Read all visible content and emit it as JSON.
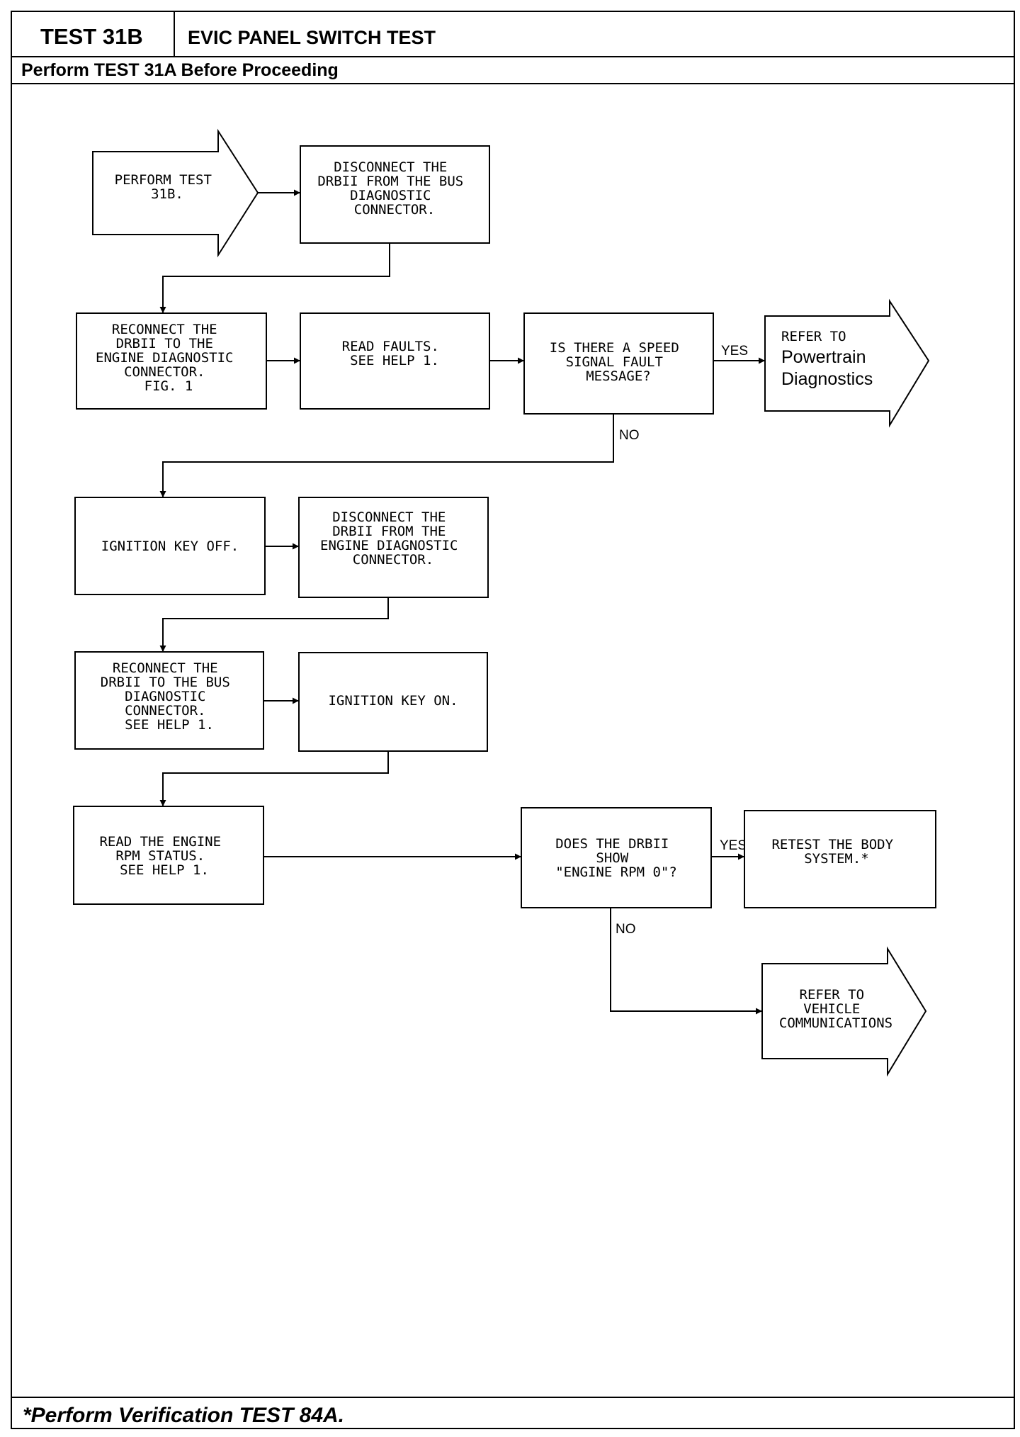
{
  "header": {
    "test_id": "TEST 31B",
    "title": "EVIC PANEL SWITCH TEST",
    "subtitle": "Perform TEST 31A Before Proceeding"
  },
  "footer": {
    "note": "*Perform Verification TEST 84A."
  },
  "flowchart": {
    "nodes": [
      {
        "id": "n_start",
        "shape": "arrow",
        "lines": [
          "PERFORM TEST",
          "31B."
        ]
      },
      {
        "id": "n_disc_bus",
        "shape": "box",
        "lines": [
          "DISCONNECT THE",
          "DRBII FROM THE BUS",
          "DIAGNOSTIC",
          "CONNECTOR."
        ]
      },
      {
        "id": "n_reconn_eng",
        "shape": "box",
        "lines": [
          "RECONNECT THE",
          "DRBII TO THE",
          "ENGINE DIAGNOSTIC",
          "CONNECTOR.",
          "FIG. 1"
        ]
      },
      {
        "id": "n_read_faults",
        "shape": "box",
        "lines": [
          "READ FAULTS.",
          "SEE HELP 1."
        ]
      },
      {
        "id": "n_speed_q",
        "shape": "box",
        "lines": [
          "IS THERE A SPEED",
          "SIGNAL FAULT",
          "MESSAGE?"
        ]
      },
      {
        "id": "n_powertrain",
        "shape": "arrow",
        "lines": [
          "REFER TO",
          "Powertrain",
          "Diagnostics"
        ]
      },
      {
        "id": "n_ign_off",
        "shape": "box",
        "lines": [
          "IGNITION KEY OFF."
        ]
      },
      {
        "id": "n_disc_eng",
        "shape": "box",
        "lines": [
          "DISCONNECT THE",
          "DRBII FROM THE",
          "ENGINE DIAGNOSTIC",
          "CONNECTOR."
        ]
      },
      {
        "id": "n_reconn_bus",
        "shape": "box",
        "lines": [
          "RECONNECT THE",
          "DRBII TO THE BUS",
          "DIAGNOSTIC",
          "CONNECTOR.",
          "SEE HELP 1."
        ]
      },
      {
        "id": "n_ign_on",
        "shape": "box",
        "lines": [
          "IGNITION KEY ON."
        ]
      },
      {
        "id": "n_read_rpm",
        "shape": "box",
        "lines": [
          "READ THE ENGINE",
          "RPM STATUS.",
          "SEE HELP 1."
        ]
      },
      {
        "id": "n_rpm_q",
        "shape": "box",
        "lines": [
          "DOES THE DRBII",
          "SHOW",
          "\"ENGINE RPM 0\"?"
        ]
      },
      {
        "id": "n_retest",
        "shape": "box",
        "lines": [
          "RETEST THE BODY",
          "SYSTEM.*"
        ]
      },
      {
        "id": "n_vehcomm",
        "shape": "arrow",
        "lines": [
          "REFER TO",
          "VEHICLE",
          "COMMUNICATIONS"
        ]
      }
    ],
    "edges": [
      {
        "from": "n_start",
        "to": "n_disc_bus",
        "label": ""
      },
      {
        "from": "n_disc_bus",
        "to": "n_reconn_eng",
        "label": ""
      },
      {
        "from": "n_reconn_eng",
        "to": "n_read_faults",
        "label": ""
      },
      {
        "from": "n_read_faults",
        "to": "n_speed_q",
        "label": ""
      },
      {
        "from": "n_speed_q",
        "to": "n_powertrain",
        "label": "YES"
      },
      {
        "from": "n_speed_q",
        "to": "n_ign_off",
        "label": "NO"
      },
      {
        "from": "n_ign_off",
        "to": "n_disc_eng",
        "label": ""
      },
      {
        "from": "n_disc_eng",
        "to": "n_reconn_bus",
        "label": ""
      },
      {
        "from": "n_reconn_bus",
        "to": "n_ign_on",
        "label": ""
      },
      {
        "from": "n_ign_on",
        "to": "n_read_rpm",
        "label": ""
      },
      {
        "from": "n_read_rpm",
        "to": "n_rpm_q",
        "label": ""
      },
      {
        "from": "n_rpm_q",
        "to": "n_retest",
        "label": "YES"
      },
      {
        "from": "n_rpm_q",
        "to": "n_vehcomm",
        "label": "NO"
      }
    ]
  }
}
